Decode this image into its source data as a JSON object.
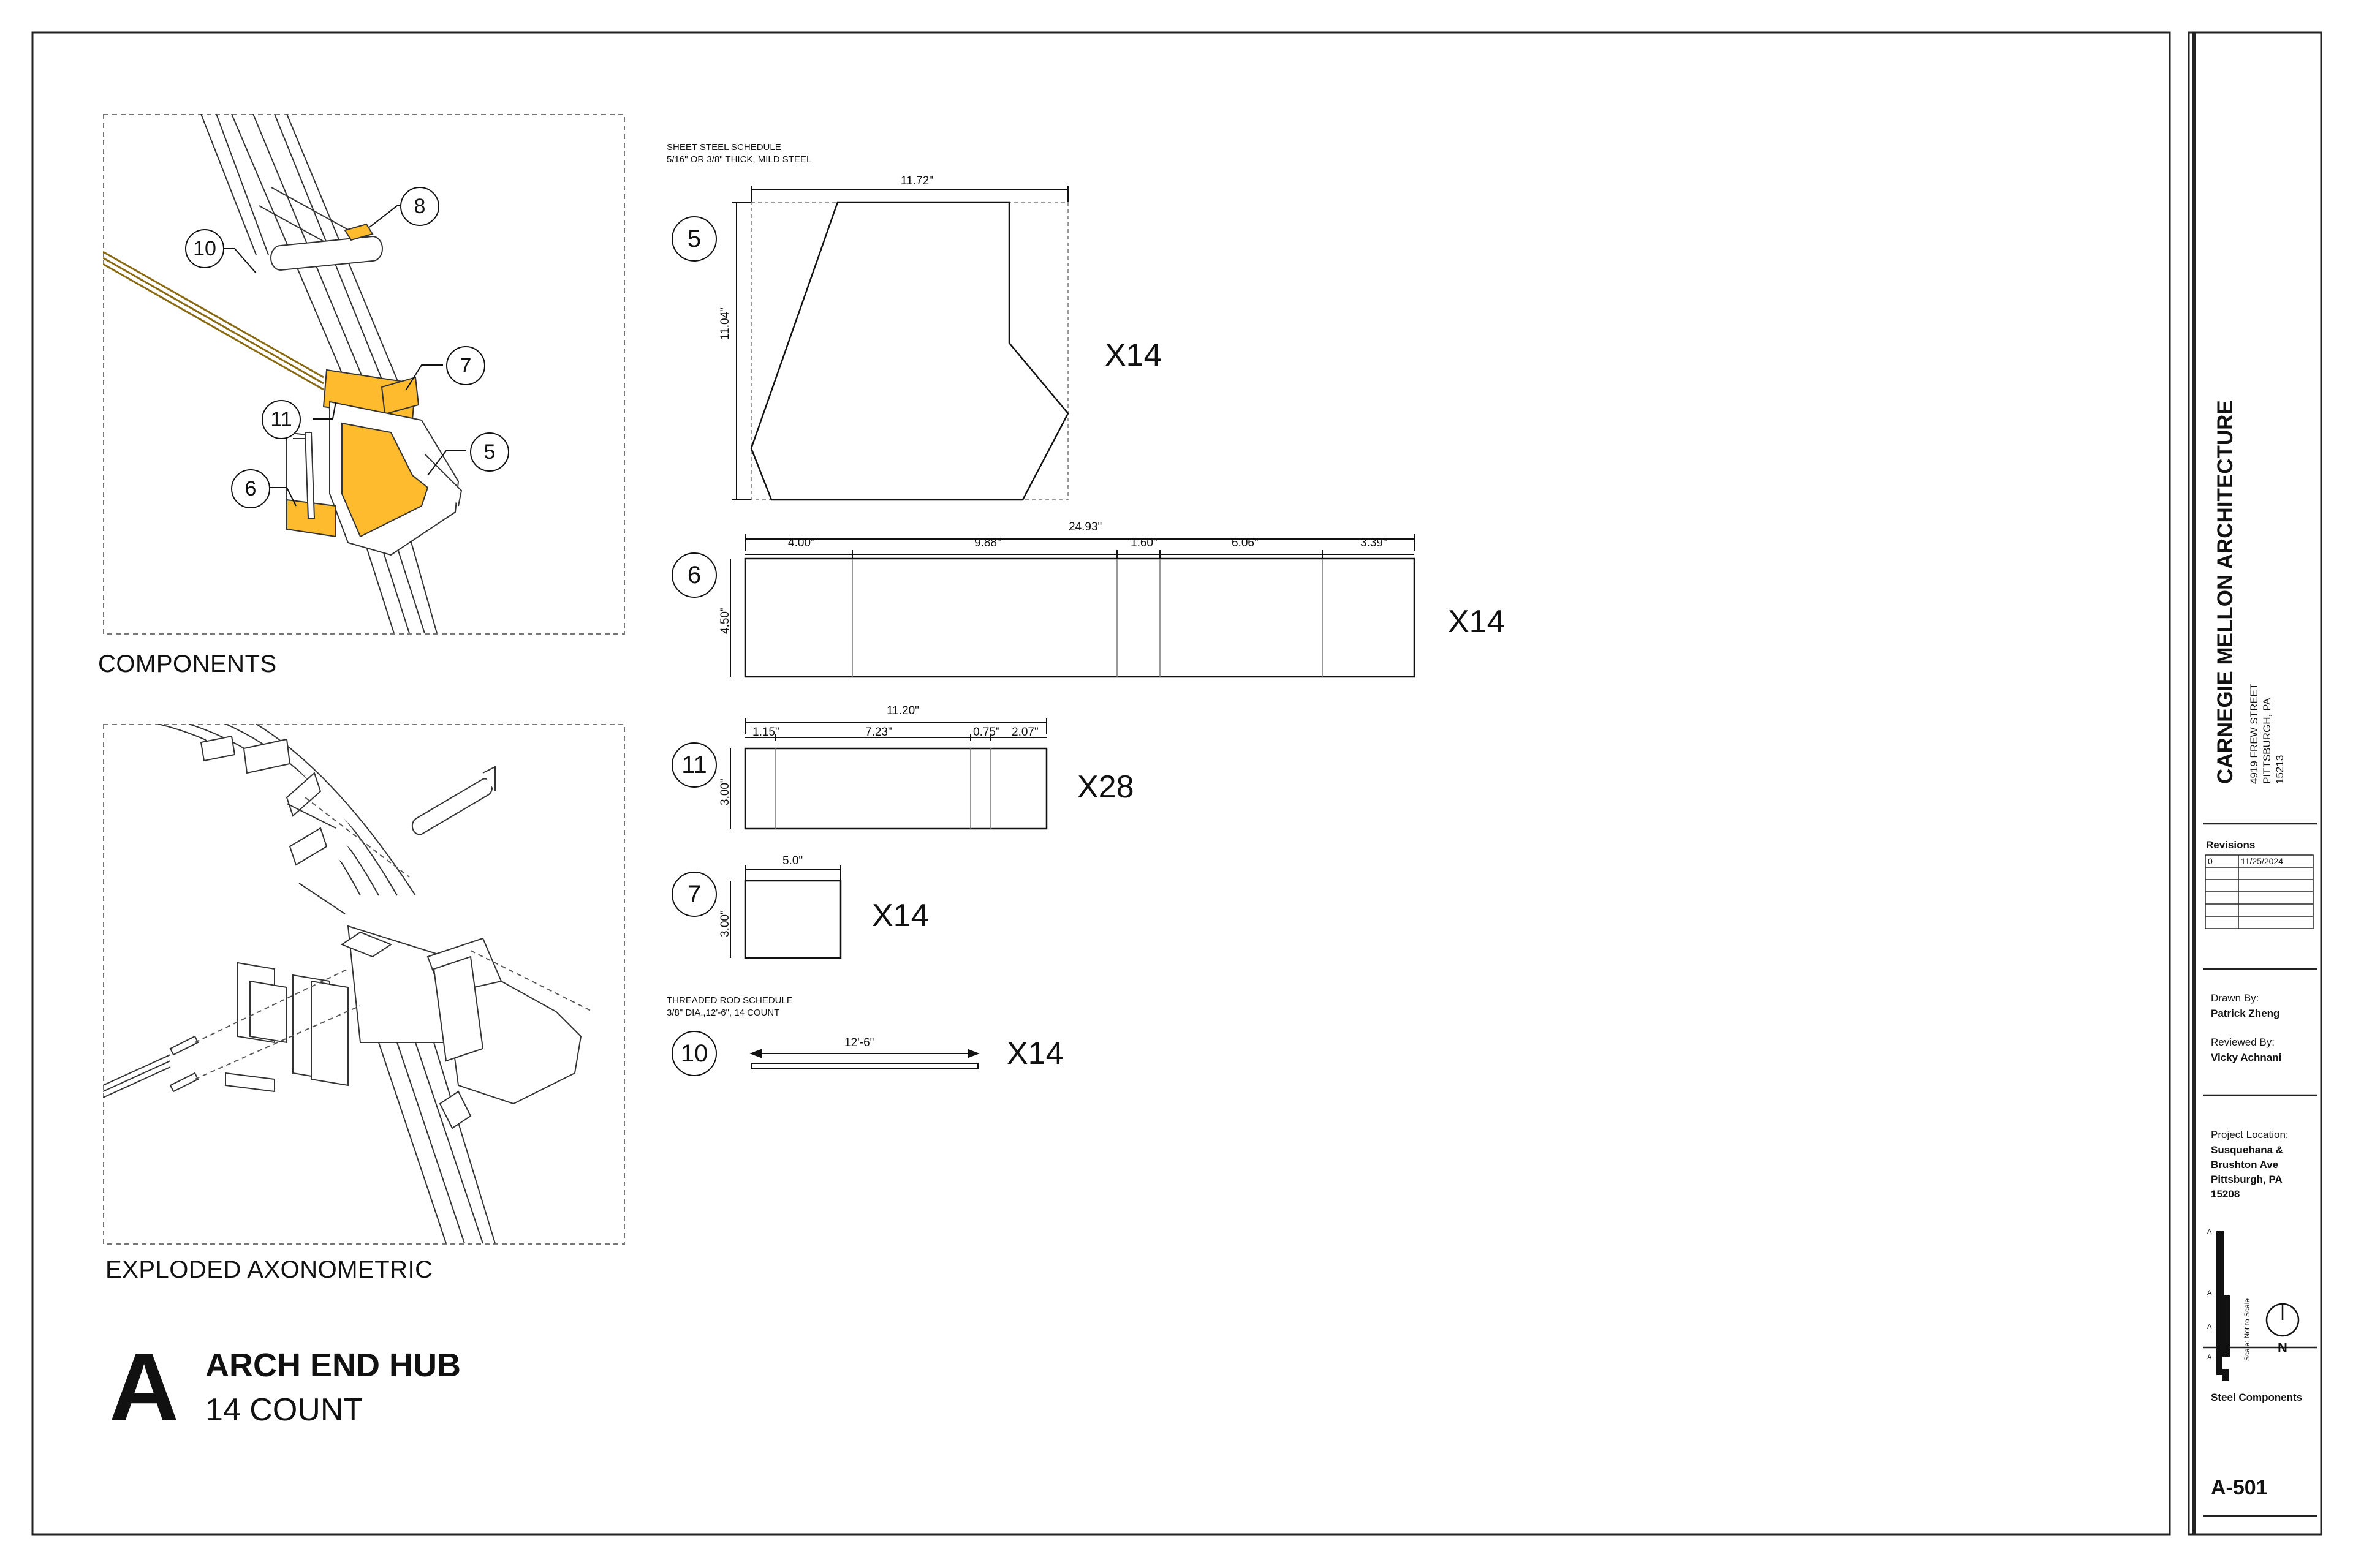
{
  "views": {
    "components_title": "COMPONENTS",
    "exploded_title": "EXPLODED AXONOMETRIC",
    "component_tags": [
      "8",
      "10",
      "7",
      "11",
      "5",
      "6"
    ]
  },
  "sheet_title": {
    "letter": "A",
    "name": "ARCH END HUB",
    "count": "14 COUNT"
  },
  "sheet_steel": {
    "title": "SHEET STEEL SCHEDULE",
    "subtitle": "5/16\" OR 3/8\" THICK, MILD STEEL",
    "parts": [
      {
        "id": "5",
        "qty": "X14",
        "width": "11.72\"",
        "height": "11.04\"",
        "segments": []
      },
      {
        "id": "6",
        "qty": "X14",
        "width": "24.93\"",
        "height": "4.50\"",
        "segments": [
          "4.00\"",
          "9.88\"",
          "1.60\"",
          "6.06\"",
          "3.39\""
        ]
      },
      {
        "id": "11",
        "qty": "X28",
        "width": "11.20\"",
        "height": "3.00\"",
        "segments": [
          "1.15\"",
          "7.23\"",
          "0.75\"",
          "2.07\""
        ]
      },
      {
        "id": "7",
        "qty": "X14",
        "width": "5.0\"",
        "height": "3.00\"",
        "segments": []
      }
    ]
  },
  "threaded_rod": {
    "title": "THREADED ROD SCHEDULE",
    "subtitle": "3/8\" DIA.,12'-6\", 14 COUNT",
    "parts": [
      {
        "id": "10",
        "qty": "X14",
        "length": "12'-6\""
      }
    ]
  },
  "title_block": {
    "firm": "CARNEGIE MELLON ARCHITECTURE",
    "address": [
      "4919 FREW STREET",
      "PITTSBURGH, PA",
      "15213"
    ],
    "revisions_label": "Revisions",
    "revisions": [
      {
        "no": "0",
        "date": "11/25/2024"
      }
    ],
    "drawn_by_label": "Drawn By:",
    "drawn_by": "Patrick Zheng",
    "reviewed_by_label": "Reviewed By:",
    "reviewed_by": "Vicky Achnani",
    "location_label": "Project Location:",
    "location": [
      "Susquehana &",
      "Brushton Ave",
      "Pittsburgh, PA",
      "15208"
    ],
    "scale_note": "Scale: Not to Scale",
    "scale_ticks": [
      "A",
      "A",
      "A",
      "A"
    ],
    "north": "N",
    "sheet_name": "Steel Components",
    "sheet_number": "A-501"
  },
  "colors": {
    "highlight": "#FDBB2D",
    "ink": "#111111",
    "hidden": "#777777"
  }
}
